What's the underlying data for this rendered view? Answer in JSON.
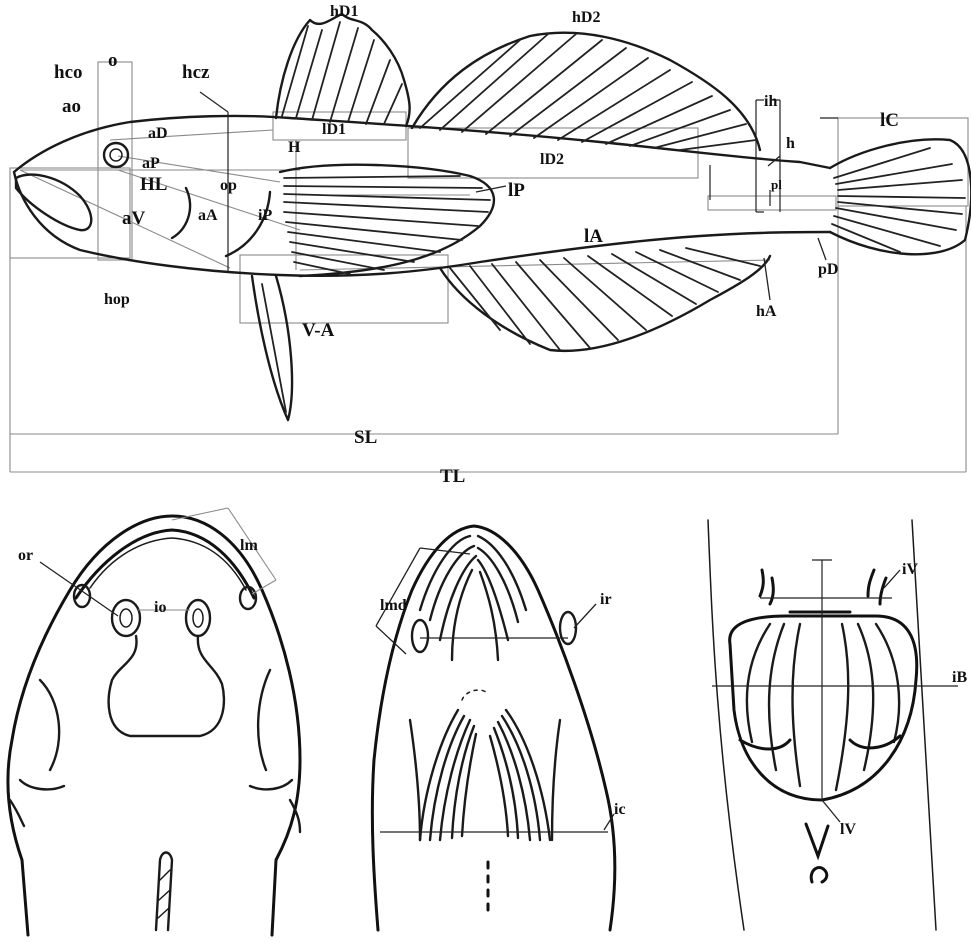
{
  "labels": {
    "hD1": "hD1",
    "hD2": "hD2",
    "hco": "hco",
    "o": "o",
    "hcz": "hcz",
    "ao": "ao",
    "aD": "aD",
    "lD1": "lD1",
    "ih": "ih",
    "lC": "lC",
    "H": "H",
    "aP": "aP",
    "lD2": "lD2",
    "h": "h",
    "HL": "HL",
    "op": "op",
    "lP": "lP",
    "pl": "pl",
    "aV": "aV",
    "aA": "aA",
    "iP": "iP",
    "lA": "lA",
    "pD": "pD",
    "hop": "hop",
    "V-A": "V-A",
    "hA": "hA",
    "SL": "SL",
    "TL": "TL",
    "or": "or",
    "lm": "lm",
    "io": "io",
    "lmd": "lmd",
    "ir": "ir",
    "ic": "ic",
    "iV": "iV",
    "iB": "iB",
    "lV": "lV"
  }
}
